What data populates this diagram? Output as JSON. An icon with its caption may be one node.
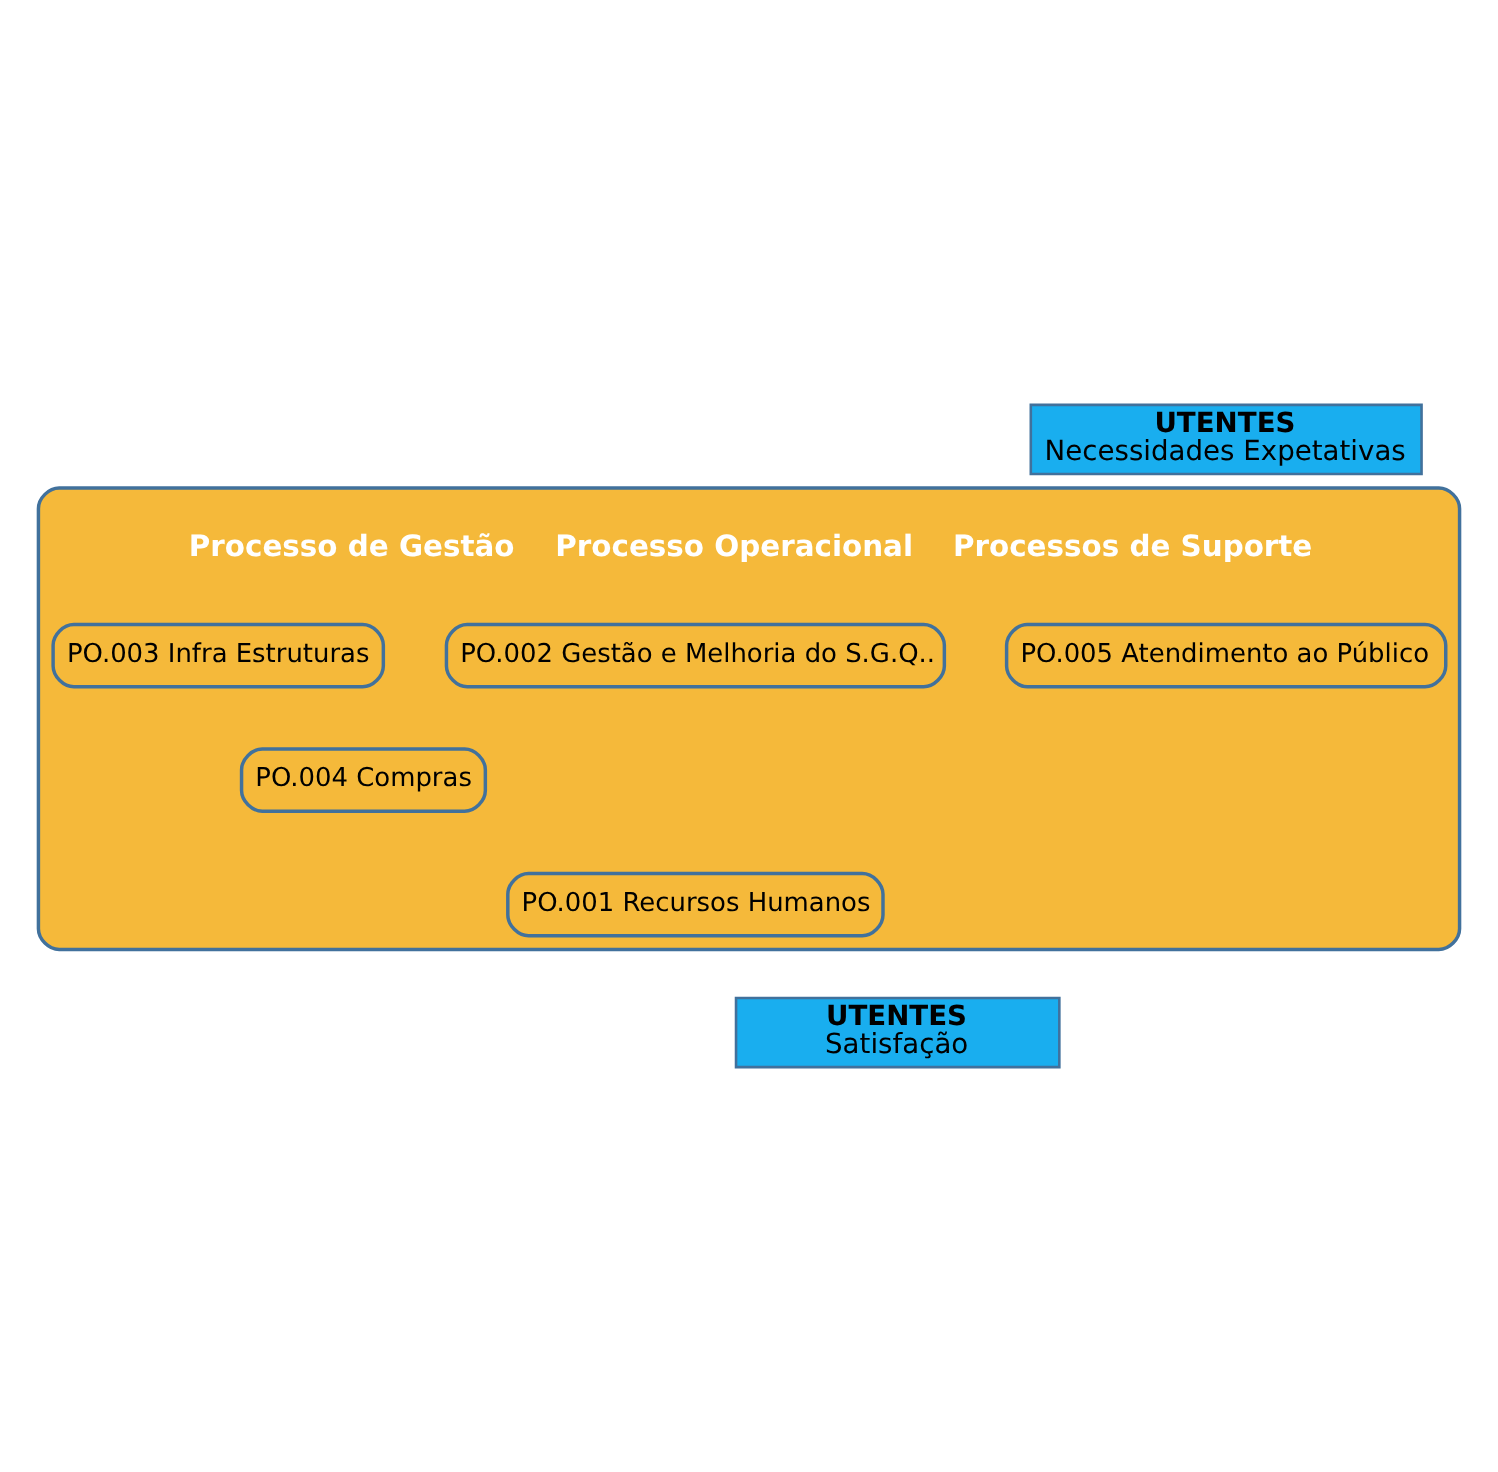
{
  "diagram": {
    "nodes": [
      {
        "text": [
          "UTENTES",
          "Necessidades Expetativas"
        ]
      },
      {
        "text": [
          "Processo de Gestão",
          "Processo Operacional",
          "Processos de Suporte"
        ]
      },
      {
        "text": [
          "PO.002 Gestão e Melhoria do S.G.Q.."
        ],
        "in": 1
      },
      {
        "text": [
          "PO.005 Atendimento ao Público"
        ],
        "in": 1
      },
      {
        "text": [
          "PO.003 Infra Estruturas"
        ],
        "in": 1
      },
      {
        "text": [
          "PO.004 Compras"
        ],
        "in": 1
      },
      {
        "text": [
          "PO.001 Recursos Humanos"
        ],
        "in": 1
      },
      {
        "text": [
          "UTENTES",
          "Satisfação"
        ]
      }
    ],
    "edges": []
  }
}
